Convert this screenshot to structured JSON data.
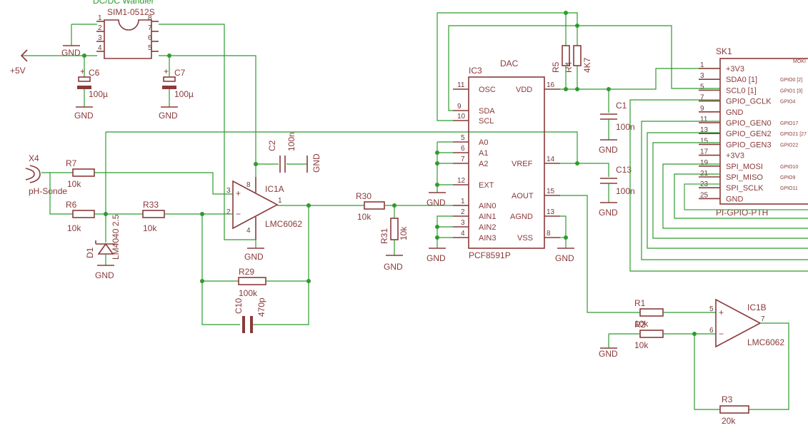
{
  "labels": {
    "dcdc_title": "DC/DC Wandler",
    "sim": "SIM1-0512S",
    "plus5v": "+5V",
    "gnd": "GND",
    "c6": "C6",
    "c6v": "100µ",
    "c7": "C7",
    "c7v": "100µ",
    "dac": "DAC",
    "ic3": "IC3",
    "osc": "OSC",
    "vdd": "VDD",
    "sda": "SDA",
    "scl": "SCL",
    "a0": "A0",
    "a1": "A1",
    "a2": "A2",
    "vref": "VREF",
    "ext": "EXT",
    "aout": "AOUT",
    "ain0": "AIN0",
    "ain1": "AIN1",
    "agnd": "AGND",
    "ain2": "AIN2",
    "ain3": "AIN3",
    "vss": "VSS",
    "pcf": "PCF8591P",
    "r5": "R5",
    "r4": "R4",
    "r4v": "4K7",
    "c1": "C1",
    "c1v": "100n",
    "c13": "C13",
    "c13v": "100n",
    "sk1": "SK1",
    "pi": "PI-GPIO-PTH",
    "x4": "X4",
    "phsonde": "pH-Sonde",
    "r7": "R7",
    "r7v": "10k",
    "r6": "R6",
    "r6v": "10k",
    "r33": "R33",
    "r33v": "10k",
    "d1": "D1",
    "lm4040": "LM4040 2.5",
    "c2": "C2",
    "c2v": "100n",
    "ic1a": "IC1A",
    "lmc": "LMC6062",
    "r30": "R30",
    "r30v": "10k",
    "r31": "R31",
    "r31v": "10k",
    "r29": "R29",
    "r29v": "100k",
    "c10": "C10",
    "c10v": "470p",
    "r1": "R1",
    "r1v": "10k",
    "r2": "R2",
    "r2v": "10k",
    "ic1b": "IC1B",
    "lmc2": "LMC6062",
    "r3": "R3",
    "r3v": "20k"
  },
  "sk1_pins": [
    {
      "num": "1",
      "name": "+3V3",
      "gpio": ""
    },
    {
      "num": "3",
      "name": "SDA0 [1]",
      "gpio": "GPIO0 [2]"
    },
    {
      "num": "5",
      "name": "SCL0 [1]",
      "gpio": "GPIO1 [3]"
    },
    {
      "num": "7",
      "name": "GPIO_GCLK",
      "gpio": "GPIO4"
    },
    {
      "num": "9",
      "name": "GND",
      "gpio": ""
    },
    {
      "num": "11",
      "name": "GPIO_GEN0",
      "gpio": "GPIO17"
    },
    {
      "num": "13",
      "name": "GPIO_GEN2",
      "gpio": "GPIO21 [27"
    },
    {
      "num": "15",
      "name": "GPIO_GEN3",
      "gpio": "GPIO22"
    },
    {
      "num": "17",
      "name": "+3V3",
      "gpio": ""
    },
    {
      "num": "19",
      "name": "SPI_MOSI",
      "gpio": "GPIO10"
    },
    {
      "num": "21",
      "name": "SPI_MISO",
      "gpio": "GPIO9"
    },
    {
      "num": "23",
      "name": "SPI_SCLK",
      "gpio": "GPIO11"
    },
    {
      "num": "25",
      "name": "GND",
      "gpio": ""
    }
  ],
  "colors": {
    "wire": "#2e9b2e",
    "part": "#8a3a3a",
    "background": "#ffffff"
  }
}
